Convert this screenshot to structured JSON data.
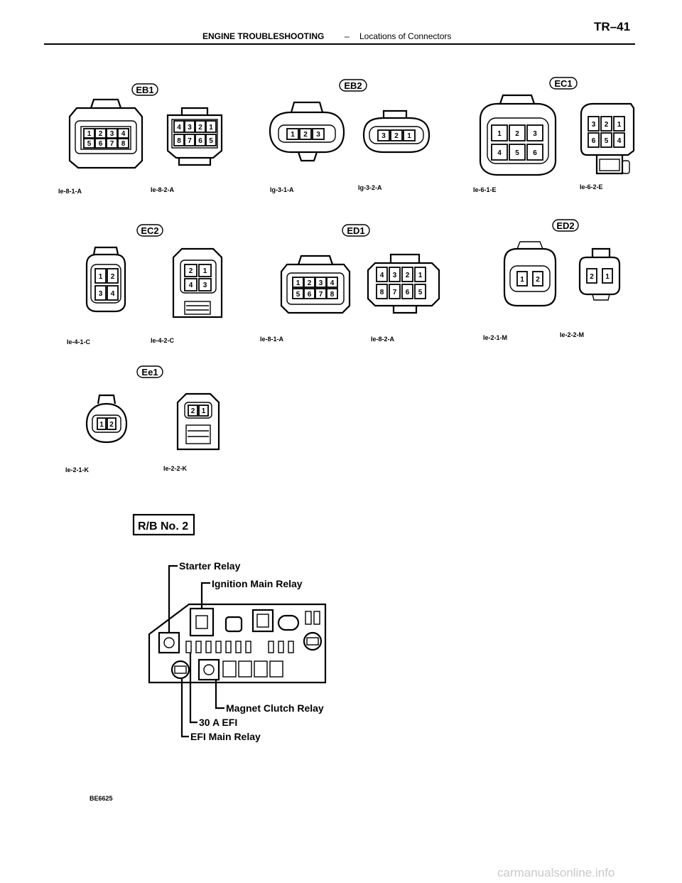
{
  "header": {
    "section": "ENGINE TROUBLESHOOTING",
    "dash": "–",
    "subtitle": "Locations of Connectors",
    "page": "TR–41"
  },
  "connectors": [
    {
      "code": "EB1",
      "labels": [
        "Ie-8-1-A",
        "Ie-8-2-A"
      ],
      "pins_left": [
        "1",
        "2",
        "3",
        "4",
        "5",
        "6",
        "7",
        "8"
      ],
      "pins_right": [
        "4",
        "3",
        "2",
        "1",
        "8",
        "7",
        "6",
        "5"
      ]
    },
    {
      "code": "EB2",
      "labels": [
        "Ig-3-1-A",
        "Ig-3-2-A"
      ],
      "pins_left": [
        "1",
        "2",
        "3"
      ],
      "pins_right": [
        "3",
        "2",
        "1"
      ]
    },
    {
      "code": "EC1",
      "labels": [
        "Ie-6-1-E",
        "Ie-6-2-E"
      ],
      "pins_left": [
        "1",
        "2",
        "3",
        "4",
        "5",
        "6"
      ],
      "pins_right": [
        "3",
        "2",
        "1",
        "6",
        "5",
        "4"
      ]
    },
    {
      "code": "EC2",
      "labels": [
        "Ie-4-1-C",
        "Ie-4-2-C"
      ],
      "pins_left": [
        "1",
        "2",
        "3",
        "4"
      ],
      "pins_right": [
        "2",
        "1",
        "4",
        "3"
      ]
    },
    {
      "code": "ED1",
      "labels": [
        "Ie-8-1-A",
        "Ie-8-2-A"
      ],
      "pins_left": [
        "1",
        "2",
        "3",
        "4",
        "5",
        "6",
        "7",
        "8"
      ],
      "pins_right": [
        "4",
        "3",
        "2",
        "1",
        "8",
        "7",
        "6",
        "5"
      ]
    },
    {
      "code": "ED2",
      "labels": [
        "Ie-2-1-M",
        "Ie-2-2-M"
      ],
      "pins_left": [
        "1",
        "2"
      ],
      "pins_right": [
        "2",
        "1"
      ]
    },
    {
      "code": "Ee1",
      "labels": [
        "Ie-2-1-K",
        "Ie-2-2-K"
      ],
      "pins_left": [
        "1",
        "2"
      ],
      "pins_right": [
        "2",
        "1"
      ]
    }
  ],
  "relay_block": {
    "title": "R/B No. 2",
    "callouts": [
      "Starter Relay",
      "Ignition Main Relay",
      "Magnet Clutch Relay",
      "30 A EFI",
      "EFI Main Relay"
    ]
  },
  "figure_code": "BE6625",
  "watermark": "carmanualsonline.info"
}
